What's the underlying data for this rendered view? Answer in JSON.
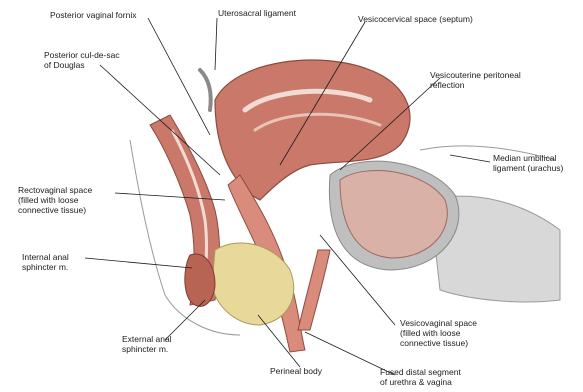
{
  "labels": {
    "posterior_vaginal_fornix": "Posterior vaginal fornix",
    "uterosacral_ligament": "Uterosacral ligament",
    "vesicocervical_space": "Vesicocervical space (septum)",
    "rectouterine_pouch": "Posterior cul-de-sac\nof Douglas",
    "vesicouterine_reflection": "Vesicouterine peritoneal\nreflection",
    "median_umbilical_ligament": "Median umbilical\nligament (urachus)",
    "rectovaginal_space": "Rectovaginal space\n(filled with loose\nconnective tissue)",
    "internal_anal_sphincter": "Internal anal\nsphincter m.",
    "external_anal_sphincter": "External anal\nsphincter m.",
    "perineal_body": "Perineal body",
    "vesicovaginal_space": "Vesicovaginal space\n(filled with loose\nconnective tissue)",
    "fused_distal_segment": "Fused distal segment\nof urethra & vagina"
  },
  "colors": {
    "muscle": "#c9786a",
    "muscle_dark": "#a85a4e",
    "muscle_light": "#e2a99c",
    "fat_yellow": "#e8d89a",
    "bone_grey": "#cfcfcf",
    "cavity_grey": "#bdbdbd",
    "leader_line": "#1a1a1a"
  }
}
